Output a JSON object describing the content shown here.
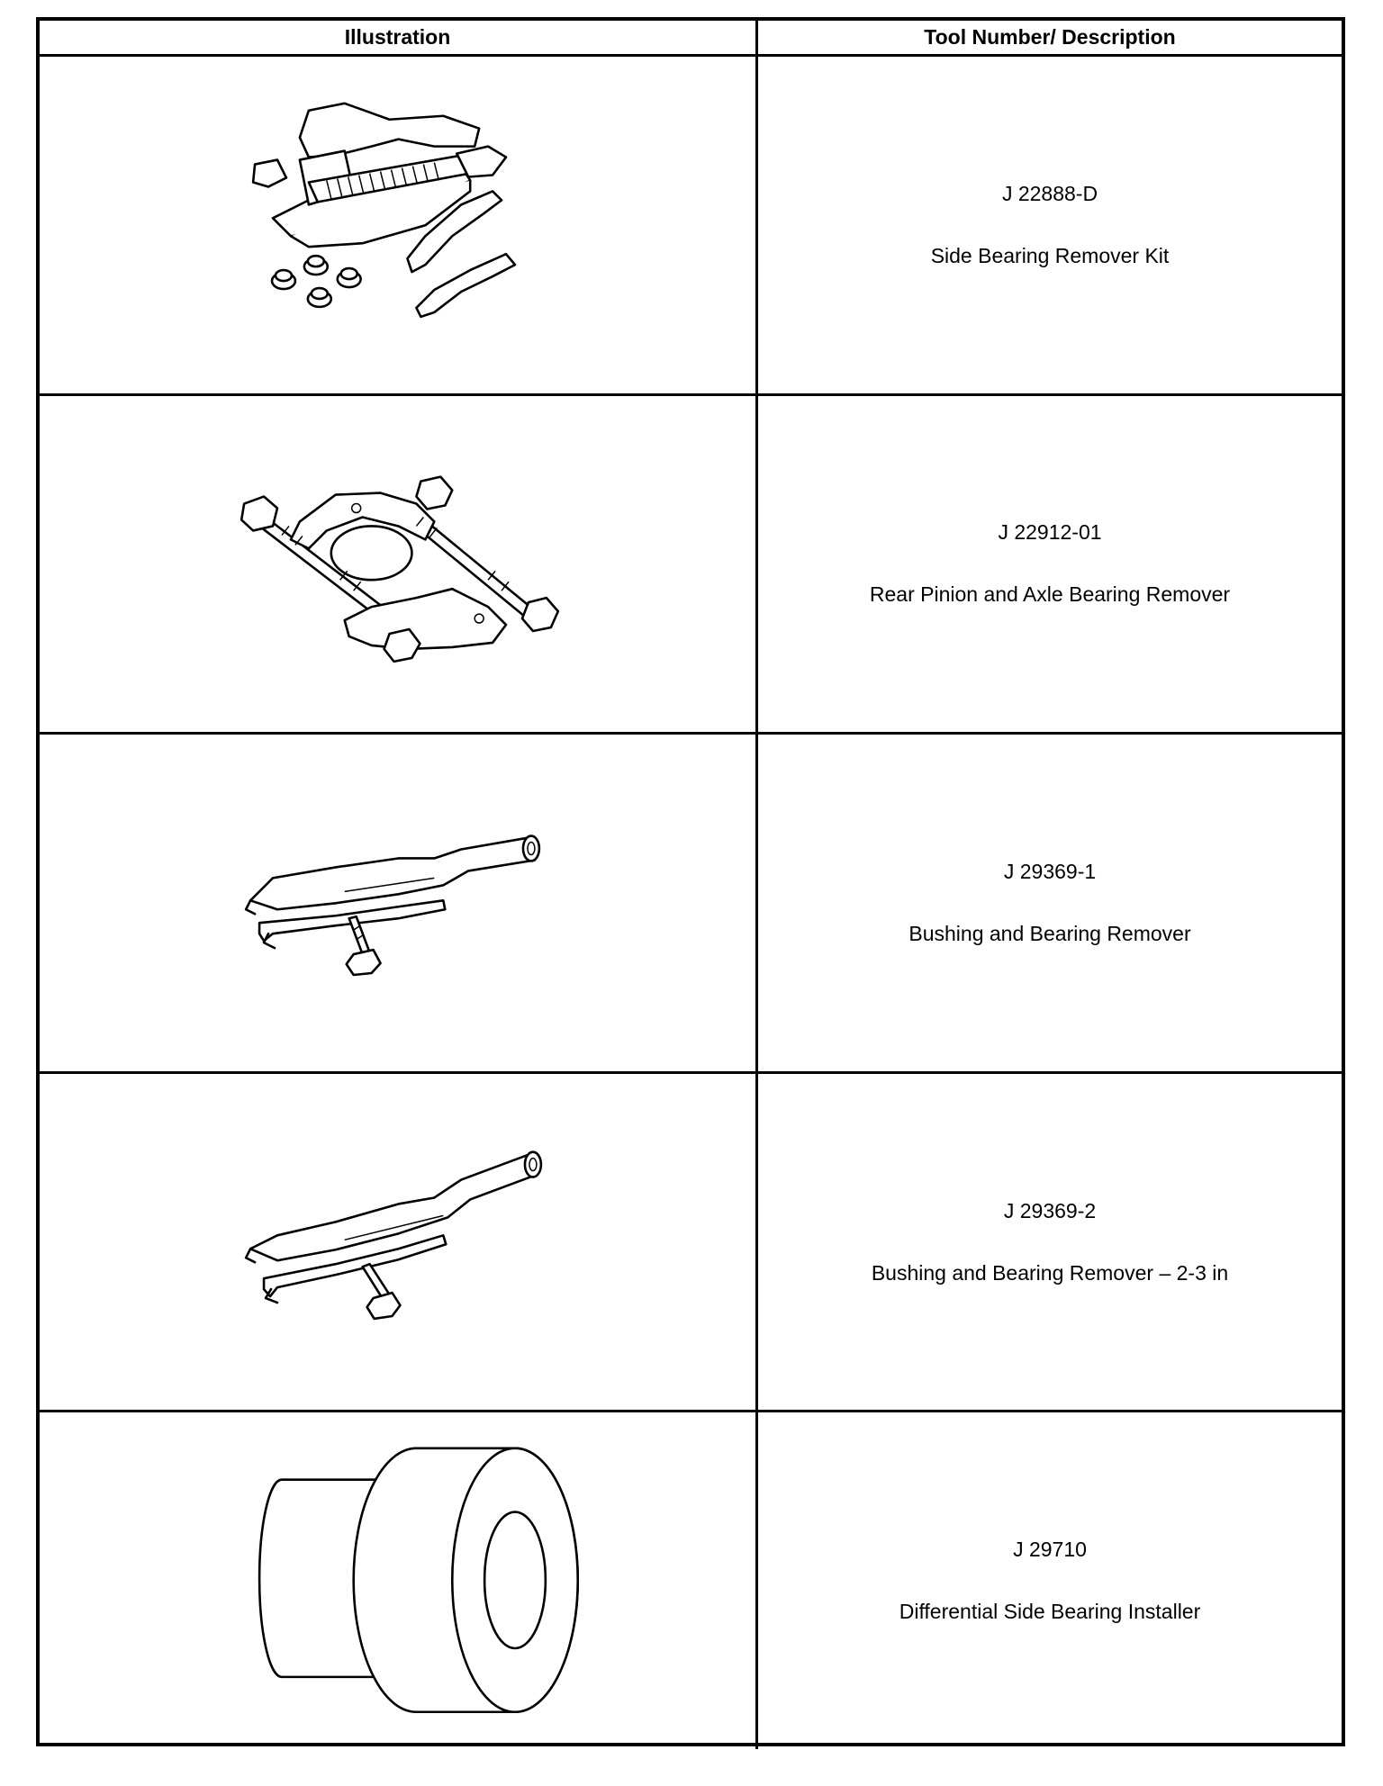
{
  "table": {
    "headers": {
      "illustration": "Illustration",
      "tool": "Tool Number/ Description"
    },
    "rows": [
      {
        "number": "J 22888-D",
        "description": "Side Bearing Remover Kit",
        "illustration_icon": "puller-kit-icon"
      },
      {
        "number": "J 22912-01",
        "description": "Rear Pinion and Axle Bearing Remover",
        "illustration_icon": "bearing-separator-icon"
      },
      {
        "number": "J 29369-1",
        "description": "Bushing and Bearing Remover",
        "illustration_icon": "bushing-remover-icon"
      },
      {
        "number": "J 29369-2",
        "description": "Bushing and Bearing Remover – 2-3 in",
        "illustration_icon": "bushing-remover-icon"
      },
      {
        "number": "J 29710",
        "description": "Differential Side Bearing Installer",
        "illustration_icon": "bearing-installer-icon"
      }
    ]
  }
}
